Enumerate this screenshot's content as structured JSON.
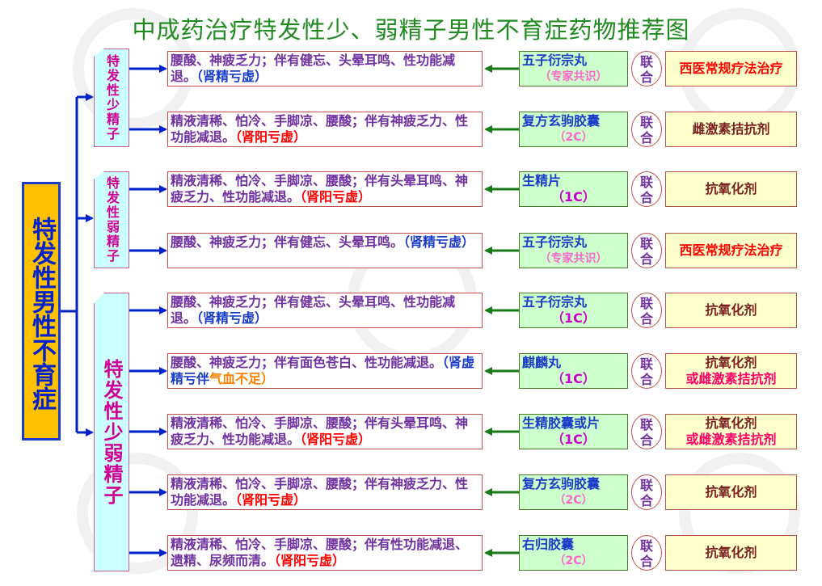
{
  "title": "中成药治疗特发性少、弱精子男性不育症药物推荐图",
  "root": "特发性男性不育症",
  "categories": [
    {
      "label": "特发性少精子"
    },
    {
      "label": "特发性弱精子"
    },
    {
      "label": "特发性少弱精子"
    }
  ],
  "connector": "联合",
  "rows": [
    {
      "sym_main": "腰酸、神疲乏力；伴有健忘、头晕耳鸣、性功能减退。",
      "sym_tag": "（肾精亏虚）",
      "sym_tag_color": "blue",
      "drug": "五子衍宗丸",
      "level": "（专家共识）",
      "west": "西医常规疗法治疗",
      "west_alt": ""
    },
    {
      "sym_main": "精液清稀、怕冷、手脚凉、腰酸；伴有神疲乏力、性功能减退。",
      "sym_tag": "（肾阳亏虚）",
      "sym_tag_color": "red",
      "drug": "复方玄驹胶囊",
      "level": "（2C）",
      "west": "雌激素拮抗剂",
      "west_alt": ""
    },
    {
      "sym_main": "精液清稀、怕冷、手脚凉、腰酸；伴有头晕耳鸣、神疲乏力、性功能减退。",
      "sym_tag": "（肾阳亏虚）",
      "sym_tag_color": "red",
      "drug": "生精片",
      "level": "（1C）",
      "west": "抗氧化剂",
      "west_alt": ""
    },
    {
      "sym_main": "腰酸、神疲乏力；伴有健忘、头晕耳鸣。",
      "sym_tag": "（肾精亏虚）",
      "sym_tag_color": "blue",
      "drug": "五子衍宗丸",
      "level": "（专家共识）",
      "west": "西医常规疗法治疗",
      "west_alt": ""
    },
    {
      "sym_main": "腰酸、神疲乏力；伴有健忘、头晕耳鸣、性功能减退。",
      "sym_tag": "（肾精亏虚）",
      "sym_tag_color": "blue",
      "drug": "五子衍宗丸",
      "level": "（1C）",
      "west": "抗氧化剂",
      "west_alt": ""
    },
    {
      "sym_main": "腰酸、神疲乏力；伴有面色苍白、性功能减退。",
      "sym_tag": "（肾虚精亏伴",
      "sym_tag_color": "blue",
      "sym_tag2": "气血不足）",
      "drug": "麒麟丸",
      "level": "（1C）",
      "west": "抗氧化剂",
      "west_alt": "或雌激素拮抗剂"
    },
    {
      "sym_main": "精液清稀、怕冷、手脚凉、腰酸；伴有头晕耳鸣、神疲乏力、性功能减退。",
      "sym_tag": "（肾阳亏虚）",
      "sym_tag_color": "red",
      "drug": "生精胶囊或片",
      "level": "（1C）",
      "west": "抗氧化剂",
      "west_alt": "或雌激素拮抗剂"
    },
    {
      "sym_main": "精液清稀、怕冷、手脚凉、腰酸；伴有神疲乏力、性功能减退。",
      "sym_tag": "（肾阳亏虚）",
      "sym_tag_color": "red",
      "drug": "复方玄驹胶囊",
      "level": "（2C）",
      "west": "抗氧化剂",
      "west_alt": ""
    },
    {
      "sym_main": "精液清稀、怕冷、手脚凉、腰酸；伴有性功能减退、遗精、尿频而清。",
      "sym_tag": "（肾阳亏虚）",
      "sym_tag_color": "red",
      "drug": "右归胶囊",
      "level": "（2C）",
      "west": "抗氧化剂",
      "west_alt": ""
    }
  ]
}
